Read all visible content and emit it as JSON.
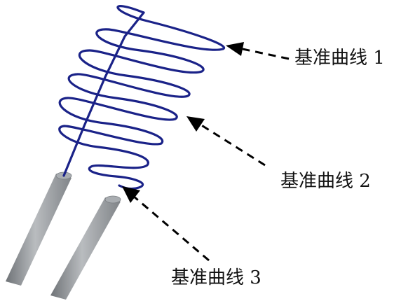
{
  "labels": {
    "curve_1": "基准曲线 1",
    "curve_2": "基准曲线 2",
    "curve_3": "基准曲线 3"
  },
  "colors": {
    "coil": "#1a2288",
    "rod_fill": "#9ea2a6",
    "rod_shade": "#7a7e82",
    "rod_highlight": "#c9cccf",
    "leader": "#000000"
  },
  "icons": [
    "arrow-head-icon"
  ]
}
